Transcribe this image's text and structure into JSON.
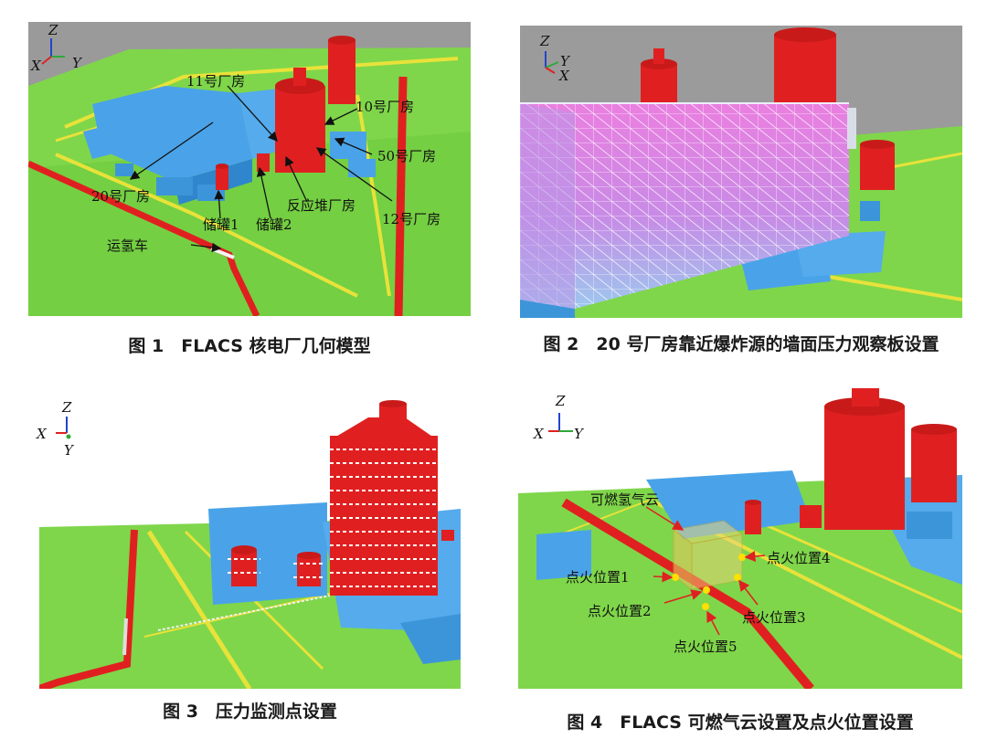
{
  "figures": [
    {
      "caption": "图 1　FLACS 核电厂几何模型",
      "axes": [
        "Z",
        "X",
        "Y"
      ],
      "labels": {
        "b11": "11号厂房",
        "b10": "10号厂房",
        "b50": "50号厂房",
        "b20": "20号厂房",
        "tank1": "储罐1",
        "tank2": "储罐2",
        "reactor": "反应堆厂房",
        "b12": "12号厂房",
        "truck": "运氢车"
      }
    },
    {
      "caption": "图 2　20 号厂房靠近爆炸源的墙面压力观察板设置",
      "axes": [
        "Z",
        "Y",
        "X"
      ]
    },
    {
      "caption": "图 3　压力监测点设置",
      "axes": [
        "Z",
        "X",
        "Y"
      ]
    },
    {
      "caption": "图 4　FLACS 可燃气云设置及点火位置设置",
      "axes": [
        "Z",
        "X",
        "Y"
      ],
      "labels": {
        "cloud": "可燃氢气云",
        "ig1": "点火位置1",
        "ig2": "点火位置2",
        "ig3": "点火位置3",
        "ig4": "点火位置4",
        "ig5": "点火位置5"
      }
    }
  ]
}
